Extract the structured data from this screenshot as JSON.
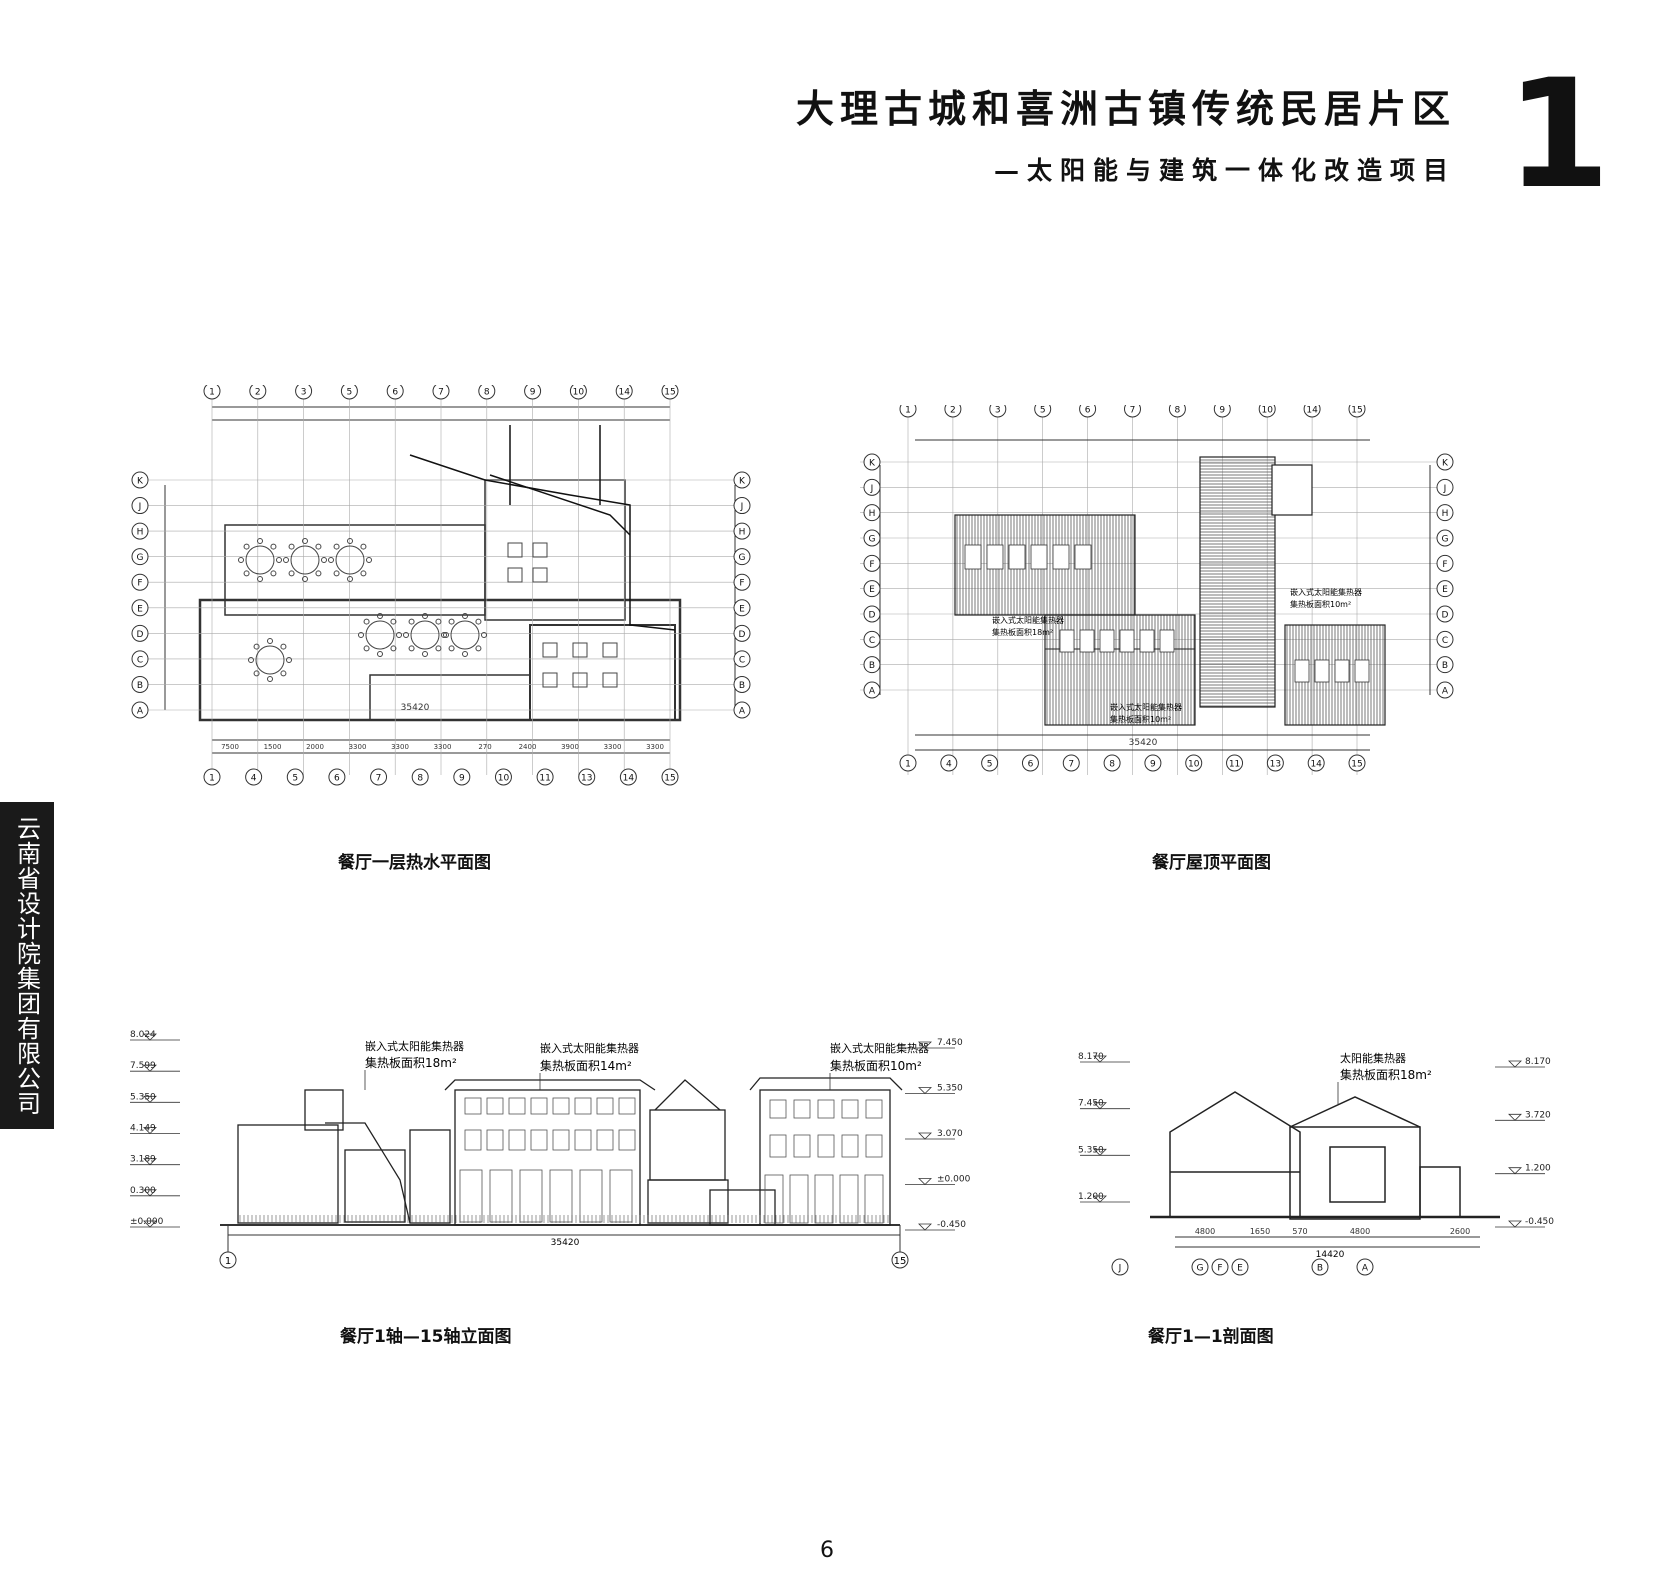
{
  "header": {
    "title": "大理古城和喜洲古镇传统民居片区",
    "subtitle": "—太阳能与建筑一体化改造项目",
    "chapter_number": "1"
  },
  "side_band": {
    "text": "云南省设计院集团有限公司"
  },
  "drawings": {
    "plan_first_floor": {
      "caption": "餐厅一层热水平面图",
      "grid_top": [
        "1",
        "2",
        "3",
        "5",
        "6",
        "7",
        "8",
        "9",
        "10",
        "14",
        "15"
      ],
      "grid_bottom": [
        "1",
        "4",
        "5",
        "6",
        "7",
        "8",
        "9",
        "10",
        "11",
        "13",
        "14",
        "15"
      ],
      "grid_side": [
        "K",
        "J",
        "H",
        "G",
        "F",
        "E",
        "D",
        "C",
        "B",
        "A"
      ],
      "total_dimension": "35420",
      "bottom_dims": [
        "7500",
        "1500",
        "2000",
        "3300",
        "3300",
        "3300",
        "270",
        "2400",
        "3900",
        "3300",
        "3300"
      ]
    },
    "plan_roof": {
      "caption": "餐厅屋顶平面图",
      "grid_top": [
        "1",
        "2",
        "3",
        "5",
        "6",
        "7",
        "8",
        "9",
        "10",
        "14",
        "15"
      ],
      "grid_bottom": [
        "1",
        "4",
        "5",
        "6",
        "7",
        "8",
        "9",
        "10",
        "11",
        "13",
        "14",
        "15"
      ],
      "grid_side": [
        "K",
        "J",
        "H",
        "G",
        "F",
        "E",
        "D",
        "C",
        "B",
        "A"
      ],
      "total_dimension": "35420",
      "notes": [
        "嵌入式太阳能集热器",
        "集热板面积18m²",
        "嵌入式太阳能集热器",
        "集热板面积10m²",
        "嵌入式太阳能集热器",
        "集热板面积10m²"
      ]
    },
    "elevation": {
      "caption": "餐厅1轴—15轴立面图",
      "notes": [
        {
          "line1": "嵌入式太阳能集热器",
          "line2": "集热板面积18m²"
        },
        {
          "line1": "嵌入式太阳能集热器",
          "line2": "集热板面积14m²"
        },
        {
          "line1": "嵌入式太阳能集热器",
          "line2": "集热板面积10m²"
        }
      ],
      "left_levels": [
        "8.024",
        "7.599",
        "5.350",
        "4.149",
        "3.189",
        "0.300",
        "±0.000"
      ],
      "right_levels": [
        "7.450",
        "5.350",
        "3.070",
        "±0.000",
        "-0.450"
      ],
      "total_dimension": "35420",
      "axis_left": "1",
      "axis_right": "15"
    },
    "section": {
      "caption": "餐厅1—1剖面图",
      "note_line1": "太阳能集热器",
      "note_line2": "集热板面积18m²",
      "left_levels": [
        "8.170",
        "7.450",
        "5.350",
        "1.200"
      ],
      "right_levels": [
        "8.170",
        "3.720",
        "1.200",
        "-0.450"
      ],
      "dims": [
        "4800",
        "1650",
        "570",
        "4800",
        "2600"
      ],
      "total_dimension": "14420",
      "axes": [
        "J",
        "G",
        "F",
        "E",
        "B",
        "A"
      ]
    }
  },
  "page_number": "6"
}
